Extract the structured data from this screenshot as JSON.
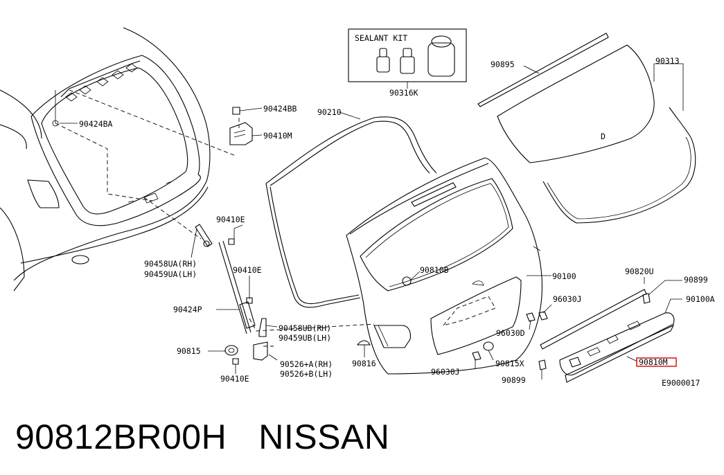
{
  "diagram": {
    "sealant_kit_title": "SEALANT KIT",
    "hatch_panel_mark": "D",
    "labels": {
      "p90424BB": "90424BB",
      "p90424BA": "90424BA",
      "p90410M": "90410M",
      "p90410E_a": "90410E",
      "p90410E_b": "90410E",
      "p90410E_c": "90410E",
      "p90458UA": "90458UA(RH)",
      "p90459UA": "90459UA(LH)",
      "p90424P": "90424P",
      "p90815": "90815",
      "p90458UB": "90458UB(RH)",
      "p90459UB": "90459UB(LH)",
      "p90526A": "90526+A(RH)",
      "p90526B": "90526+B(LH)",
      "p90816": "90816",
      "p90210": "90210",
      "p90316K": "90316K",
      "p90895": "90895",
      "p90313": "90313",
      "p90810B": "90810B",
      "p90100": "90100",
      "p96030J_a": "96030J",
      "p96030D": "96030D",
      "p90815X": "90815X",
      "p96030J_b": "96030J",
      "p90899_a": "90899",
      "p90820U": "90820U",
      "p90899_b": "90899",
      "p90100A": "90100A",
      "p90810M": "90810M",
      "figure_code": "E9000017"
    }
  },
  "caption": {
    "part_number": "90812BR00H",
    "brand": "NISSAN"
  },
  "colors": {
    "highlight": "#e02020",
    "line": "#000000"
  }
}
